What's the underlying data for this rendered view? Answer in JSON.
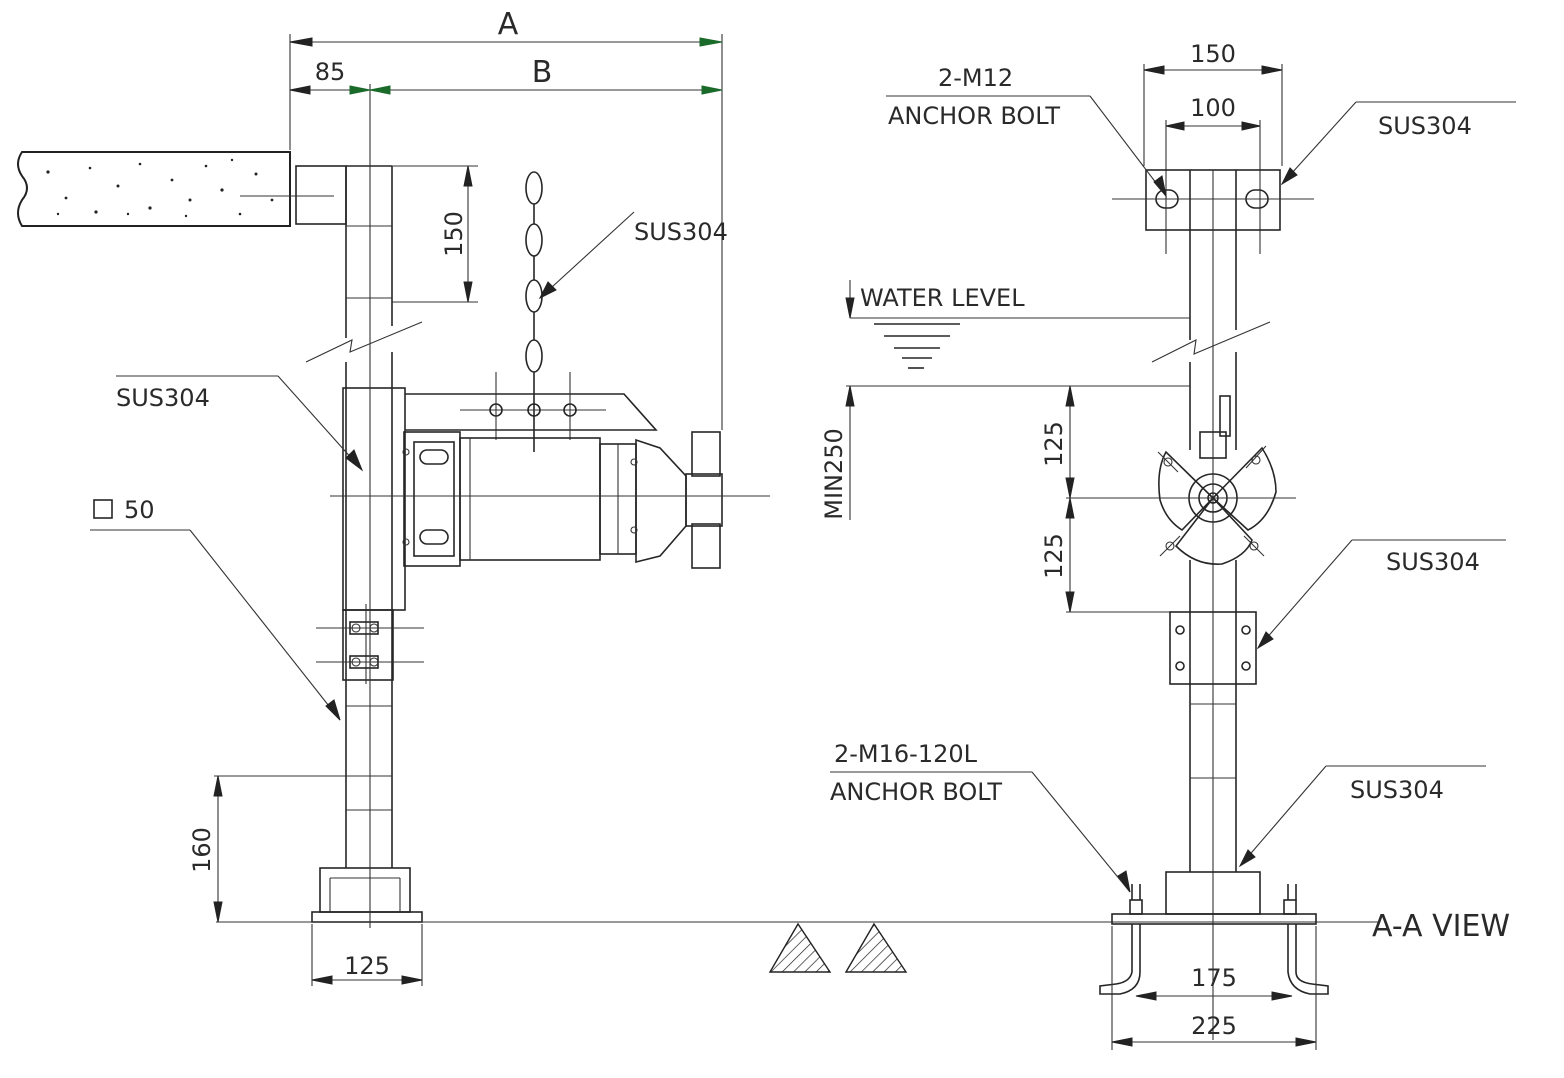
{
  "labels": {
    "dim_a": "A",
    "dim_b": "B",
    "dim_85": "85",
    "dim_150_left": "150",
    "dim_160": "160",
    "dim_125_base": "125",
    "square_50": "50",
    "sus_chain": "SUS304",
    "sus_left": "SUS304",
    "dim_150_top": "150",
    "dim_100_top": "100",
    "bolt_m12": "2-M12",
    "anchor_bolt_top": "ANCHOR BOLT",
    "sus_top_right": "SUS304",
    "water_level": "WATER LEVEL",
    "min250": "MIN250",
    "dim_125_upper": "125",
    "dim_125_lower": "125",
    "sus_mid_right": "SUS304",
    "bolt_m16": "2-M16-120L",
    "anchor_bolt_bottom": "ANCHOR BOLT",
    "sus_bottom_right": "SUS304",
    "dim_175": "175",
    "dim_225": "225",
    "view_label": "A-A VIEW"
  }
}
